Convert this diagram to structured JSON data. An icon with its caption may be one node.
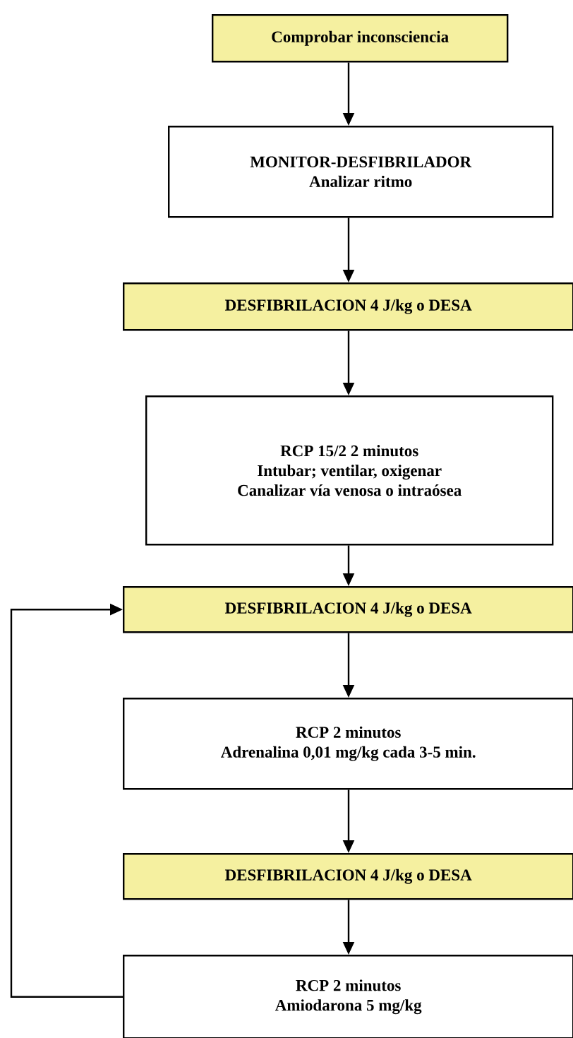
{
  "diagram": {
    "nodes": [
      {
        "text": [
          "Comprobar inconsciencia"
        ]
      },
      {
        "text": [
          "MONITOR-DESFIBRILADOR",
          "Analizar ritmo"
        ]
      },
      {
        "text": [
          "DESFIBRILACION 4 J/kg o DESA"
        ]
      },
      {
        "text": [
          "RCP 15/2  2 minutos",
          "Intubar; ventilar, oxigenar",
          "Canalizar vía venosa o intraósea"
        ]
      },
      {
        "text": [
          "DESFIBRILACION 4 J/kg o DESA"
        ]
      },
      {
        "text": [
          "RCP 2 minutos",
          "Adrenalina 0,01 mg/kg cada 3-5  min."
        ]
      },
      {
        "text": [
          "DESFIBRILACION 4 J/kg o DESA"
        ]
      },
      {
        "text": [
          "RCP 2 minutos",
          "Amiodarona 5 mg/kg"
        ]
      }
    ],
    "edges": [
      {
        "from": 0,
        "to": 1,
        "arrow": "to"
      },
      {
        "from": 1,
        "to": 2,
        "arrow": "to"
      },
      {
        "from": 2,
        "to": 3,
        "arrow": "to"
      },
      {
        "from": 3,
        "to": 4,
        "arrow": "to"
      },
      {
        "from": 4,
        "to": 5,
        "arrow": "to"
      },
      {
        "from": 5,
        "to": 6,
        "arrow": "to"
      },
      {
        "from": 6,
        "to": 7,
        "arrow": "to"
      },
      {
        "from": 7,
        "to": 4,
        "arrow": "to"
      }
    ]
  }
}
